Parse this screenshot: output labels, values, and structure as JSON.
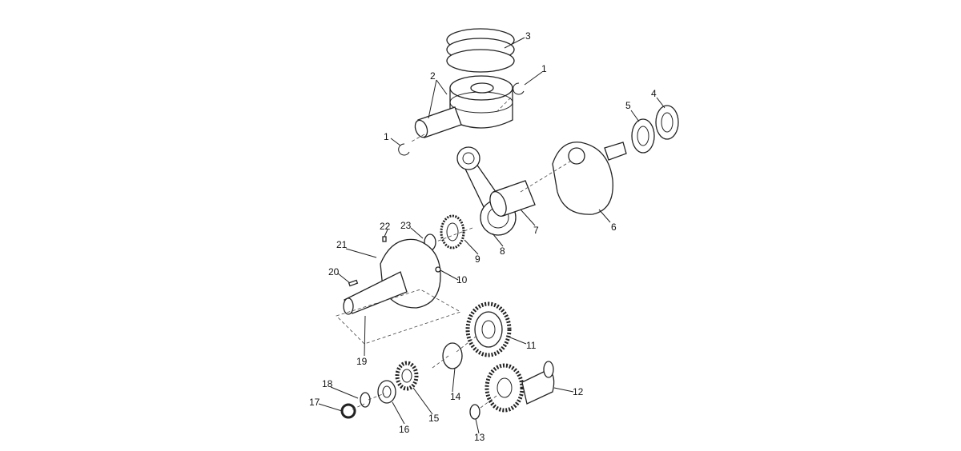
{
  "diagram": {
    "type": "exploded parts diagram",
    "callouts": [
      "3",
      "1",
      "2",
      "1",
      "5",
      "4",
      "7",
      "6",
      "8",
      "9",
      "23",
      "22",
      "21",
      "20",
      "10",
      "19",
      "11",
      "14",
      "12",
      "18",
      "17",
      "16",
      "15",
      "13"
    ]
  }
}
